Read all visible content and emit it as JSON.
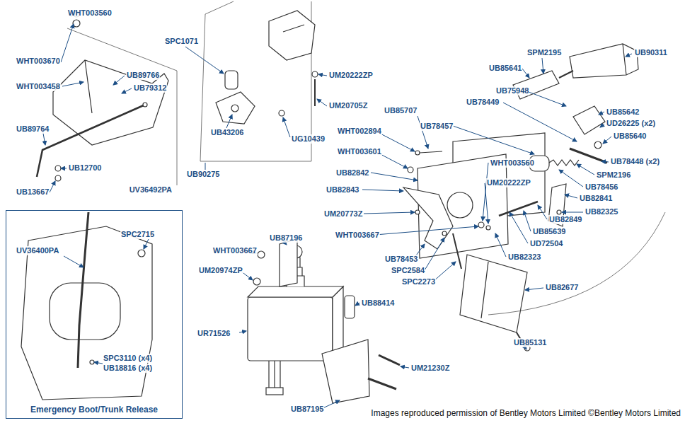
{
  "diagram": {
    "caption": "Images reproduced permission of Bentley Motors Limited ©Bentley Motors Limited",
    "nodes": [
      {
        "text": [
          "UV36492PA",
          "Emergency Boot/Trunk Release"
        ]
      }
    ],
    "labels": [
      "WHT003560",
      "WHT003670",
      "WHT003458",
      "UB89766",
      "UB79312",
      "UB89764",
      "UB12700",
      "UB13667",
      "SPC2715",
      "UV36400PA",
      "SPC3110 (x4)",
      "UB18816 (x4)",
      "SPC1071",
      "UM20222ZP",
      "UM20705Z",
      "UB43206",
      "UG10439",
      "UB90275",
      "SPM2195",
      "UB90311",
      "UB85641",
      "UB75948",
      "UB78449",
      "UB85642",
      "UD26225 (x2)",
      "UB85640",
      "UB85707",
      "WHT002894",
      "UB78457",
      "WHT003601",
      "UB82842",
      "WHT003560",
      "UB82843",
      "UM20222ZP",
      "UB78448 (x2)",
      "SPM2196",
      "UB78456",
      "UB82841",
      "UB82325",
      "UB82849",
      "UB85639",
      "UD72504",
      "UM20773Z",
      "WHT003667",
      "UB82323",
      "UB78453",
      "SPC2584",
      "SPC2273",
      "UB82677",
      "UB85131",
      "UB87196",
      "WHT003667",
      "UM20974ZP",
      "UB88414",
      "UR71526",
      "UM21230Z",
      "UB87195"
    ]
  }
}
